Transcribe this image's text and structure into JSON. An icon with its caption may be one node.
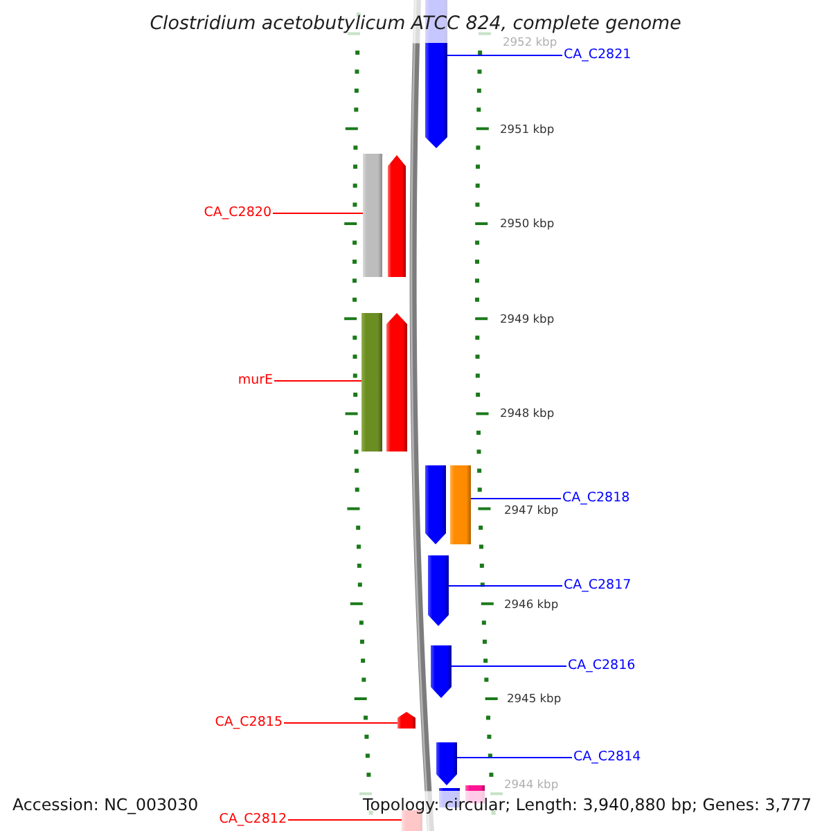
{
  "diagram": {
    "title": "Clostridium acetobutylicum ATCC 824, complete genome",
    "nodes": [
      {
        "text": [
          "CA_C2821"
        ]
      },
      {
        "text": [],
        "shape": "arrow"
      },
      {
        "text": [
          "CA_C2820"
        ]
      },
      {
        "text": [],
        "shape": "bar"
      },
      {
        "text": [],
        "shape": "arrow"
      },
      {
        "text": [
          "murE"
        ]
      },
      {
        "text": [],
        "shape": "bar"
      },
      {
        "text": [],
        "shape": "arrow"
      },
      {
        "text": [],
        "shape": "arrow"
      },
      {
        "text": [],
        "shape": "bar"
      },
      {
        "text": [
          "CA_C2818"
        ]
      },
      {
        "text": [],
        "shape": "arrow"
      },
      {
        "text": [
          "CA_C2817"
        ]
      },
      {
        "text": [],
        "shape": "arrow"
      },
      {
        "text": [
          "CA_C2816"
        ]
      },
      {
        "text": [
          "CA_C2815"
        ]
      },
      {
        "text": [],
        "shape": "arrow"
      },
      {
        "text": [],
        "shape": "arrow"
      },
      {
        "text": [
          "CA_C2814"
        ]
      },
      {
        "text": [],
        "shape": "bar"
      },
      {
        "text": [],
        "shape": "bar"
      },
      {
        "text": [
          "CA_C2812"
        ]
      },
      {
        "text": [],
        "shape": "bar"
      }
    ],
    "edges": [
      {
        "from": 0,
        "to": 1,
        "arrow": "none"
      },
      {
        "from": 2,
        "to": 3,
        "arrow": "none",
        "color": "#ff0000"
      },
      {
        "from": 5,
        "to": 6,
        "arrow": "none",
        "color": "#ff0000"
      },
      {
        "from": 10,
        "to": 9,
        "arrow": "none"
      },
      {
        "from": 12,
        "to": 11,
        "arrow": "none"
      },
      {
        "from": 14,
        "to": 13,
        "arrow": "none"
      },
      {
        "from": 15,
        "to": 16,
        "arrow": "none",
        "color": "#ff0000"
      },
      {
        "from": 18,
        "to": 17,
        "arrow": "none"
      },
      {
        "from": 21,
        "to": 22,
        "arrow": "none",
        "color": "#ff0000"
      }
    ],
    "labels": [
      "2952 kbp",
      "2951 kbp",
      "2950 kbp",
      "2949 kbp",
      "2948 kbp",
      "2947 kbp",
      "2946 kbp",
      "2945 kbp",
      "2944 kbp",
      "Accession: NC_003030",
      "Topology: circular; Length: 3,940,880 bp; Genes: 3,777"
    ]
  }
}
